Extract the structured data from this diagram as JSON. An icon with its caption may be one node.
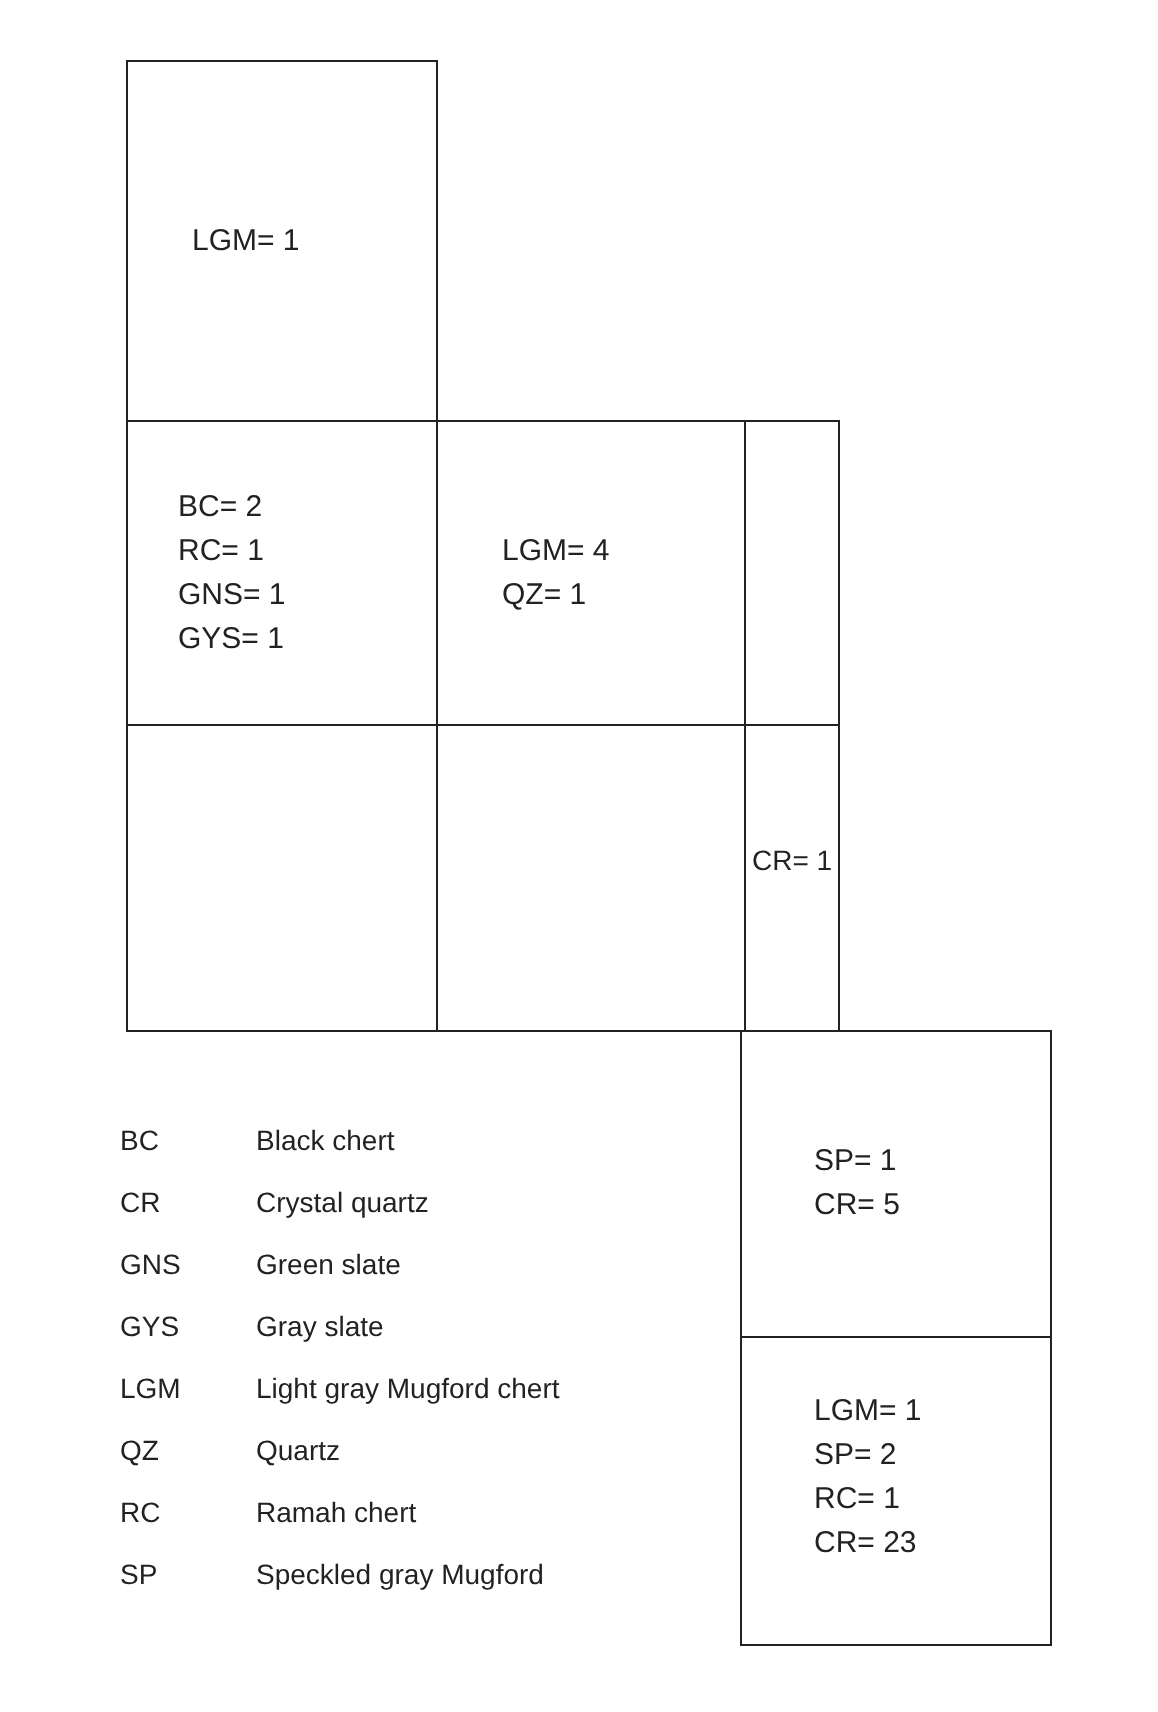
{
  "diagram": {
    "nodes": [
      {
        "text": [
          "LGM= 1"
        ]
      },
      {
        "text": [
          "BC= 2",
          "RC= 1",
          "GNS= 1",
          "GYS= 1"
        ]
      },
      {
        "text": [
          "LGM= 4",
          "QZ= 1"
        ]
      },
      {
        "text": [],
        "shape": "box"
      },
      {
        "text": [],
        "shape": "box"
      },
      {
        "text": [],
        "shape": "box"
      },
      {
        "text": [
          "CR= 1"
        ]
      },
      {
        "text": [
          "SP= 1",
          "CR= 5"
        ]
      },
      {
        "text": [
          "LGM= 1",
          "SP= 2",
          "RC= 1",
          "CR= 23"
        ]
      }
    ],
    "edges": [],
    "labels": [
      "BC",
      "Black chert",
      "CR",
      "Crystal quartz",
      "GNS",
      "Green slate",
      "GYS",
      "Gray slate",
      "LGM",
      "Light gray Mugford chert",
      "QZ",
      "Quartz",
      "RC",
      "Ramah chert",
      "SP",
      "Speckled gray Mugford"
    ]
  }
}
